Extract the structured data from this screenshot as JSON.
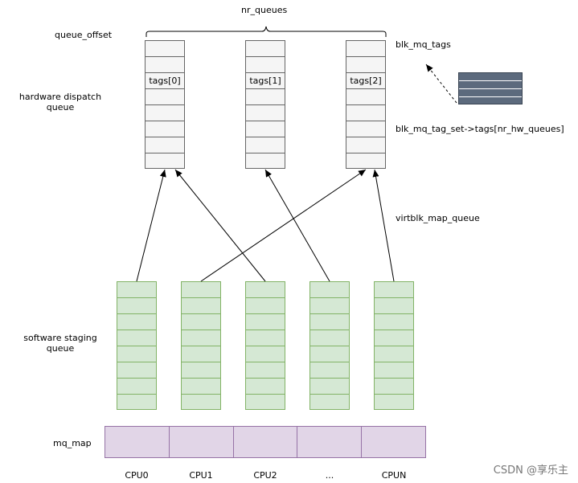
{
  "labels": {
    "nr_queues": "nr_queues",
    "queue_offset": "queue_offset",
    "hardware_dispatch_queue": "hardware dispatch\nqueue",
    "software_staging_queue": "software staging\nqueue",
    "mq_map": "mq_map",
    "blk_mq_tags": "blk_mq_tags",
    "blk_mq_tag_set": "blk_mq_tag_set->tags[nr_hw_queues]",
    "virtblk_map_queue": "virtblk_map_queue"
  },
  "hw_queues": [
    {
      "tag": "tags[0]"
    },
    {
      "tag": "tags[1]"
    },
    {
      "tag": "tags[2]"
    }
  ],
  "cpus": [
    "CPU0",
    "CPU1",
    "CPU2",
    "...",
    "CPUN"
  ],
  "watermark": "CSDN @享乐主",
  "colors": {
    "hw_fill": "#f5f5f5",
    "sw_fill": "#d5e8d4",
    "sw_stroke": "#82b366",
    "map_fill": "#e1d5e7",
    "map_stroke": "#9673a6",
    "tags_fill": "#5c6a7d"
  }
}
